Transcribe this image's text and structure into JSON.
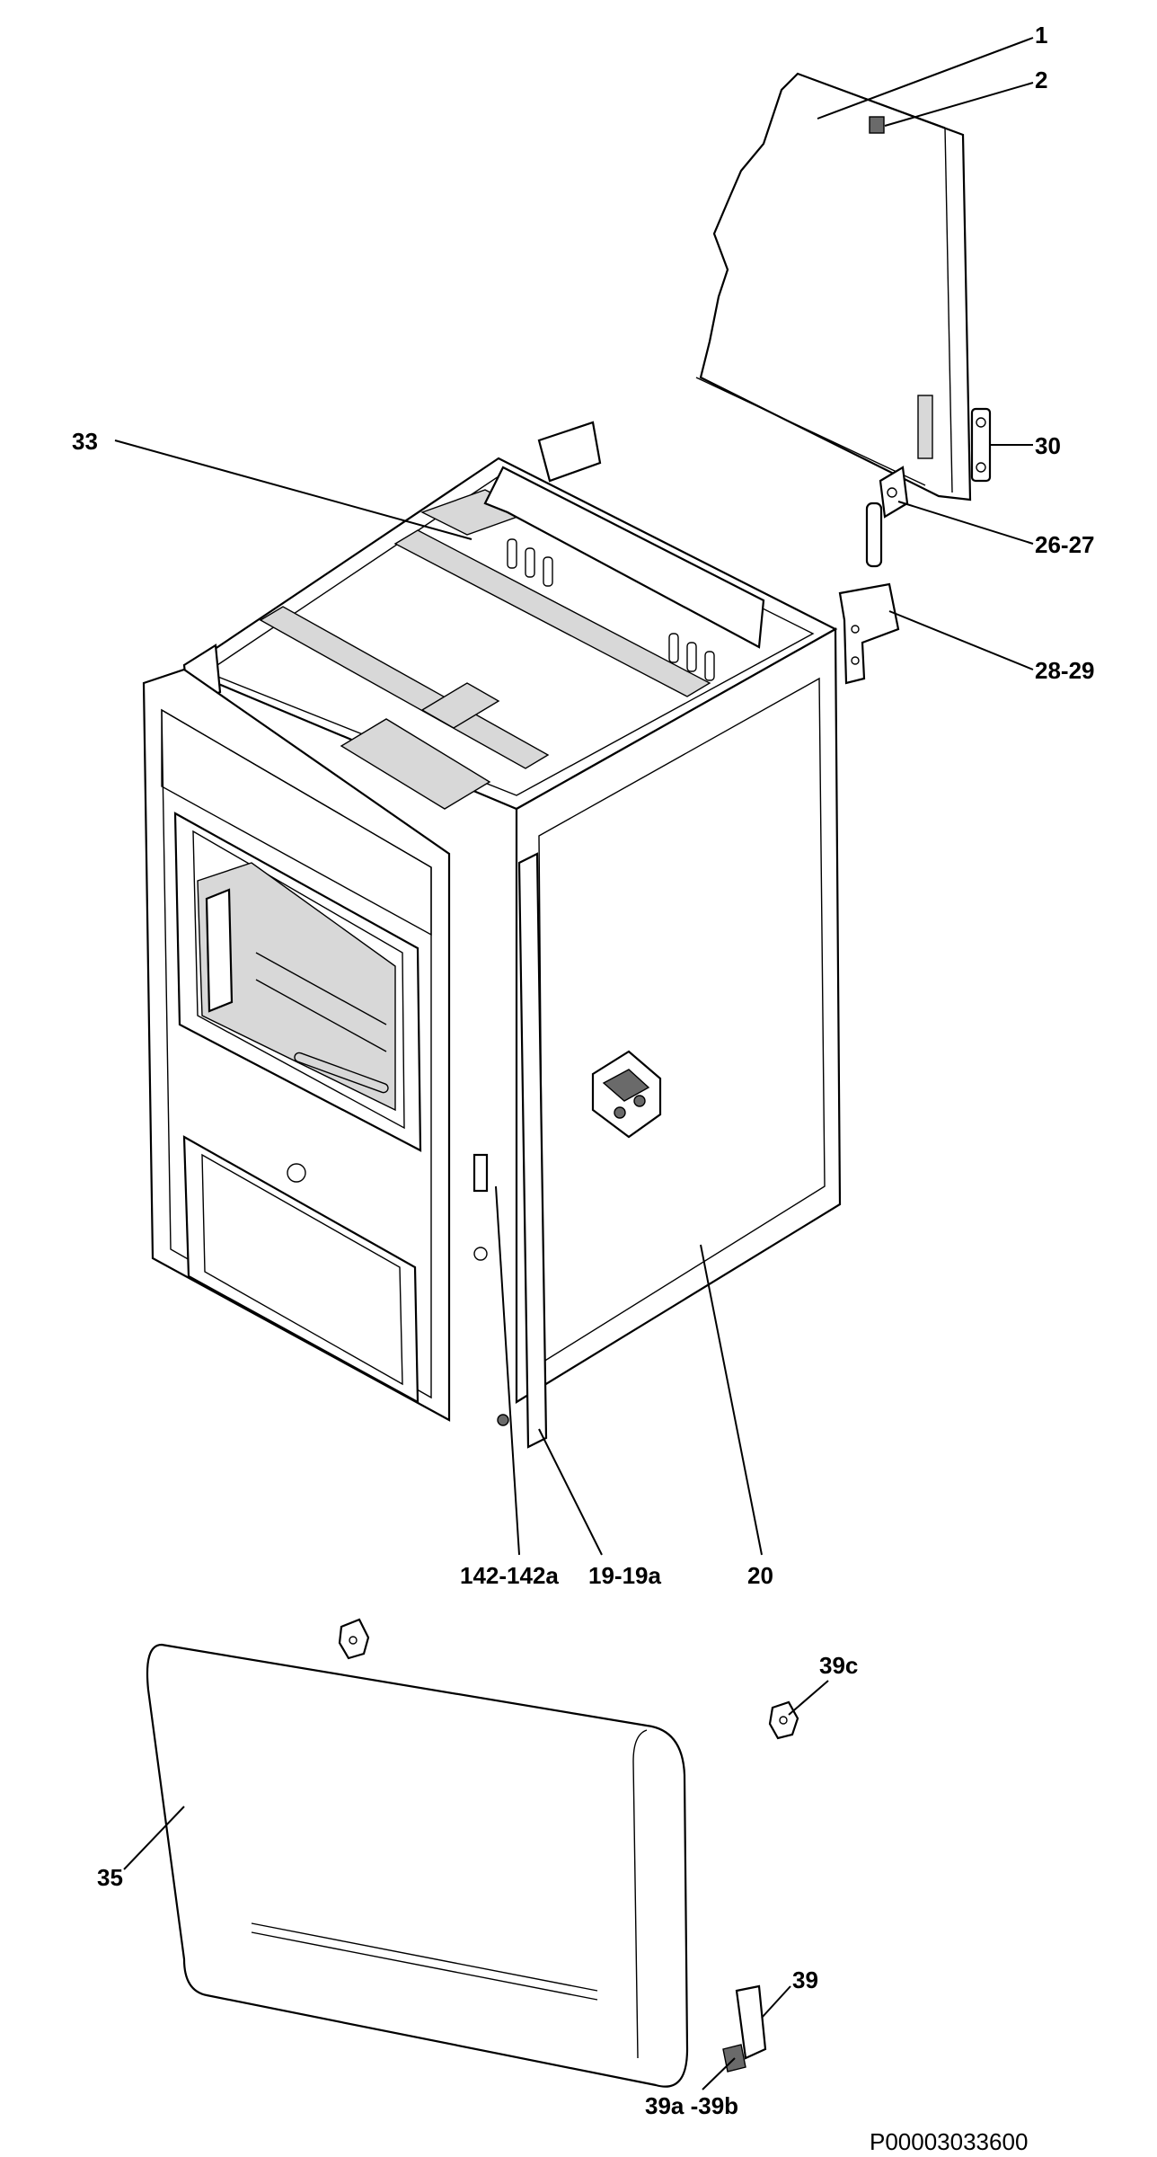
{
  "callouts": {
    "c1": "1",
    "c2": "2",
    "c30": "30",
    "c26_27": "26-27",
    "c28_29": "28-29",
    "c33": "33",
    "c142": "142-142a",
    "c19": "19-19a",
    "c20": "20",
    "c39c": "39c",
    "c35": "35",
    "c39": "39",
    "c39ab": "39a -39b"
  },
  "drawing_code": "P00003033600"
}
